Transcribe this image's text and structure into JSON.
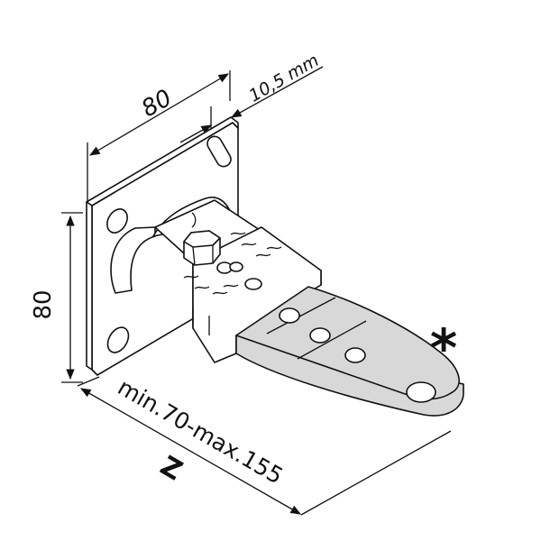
{
  "dimensions": {
    "plate_width": "80",
    "hole_offset": "10,5 mm",
    "plate_height": "80",
    "extension_range": "min.70-max.155",
    "axis_letter": "Z"
  },
  "marker": "*",
  "colors": {
    "plate": "#ffffff",
    "bracket": "#ffffff",
    "arm": "#d8d8d8",
    "outline": "#111111"
  }
}
